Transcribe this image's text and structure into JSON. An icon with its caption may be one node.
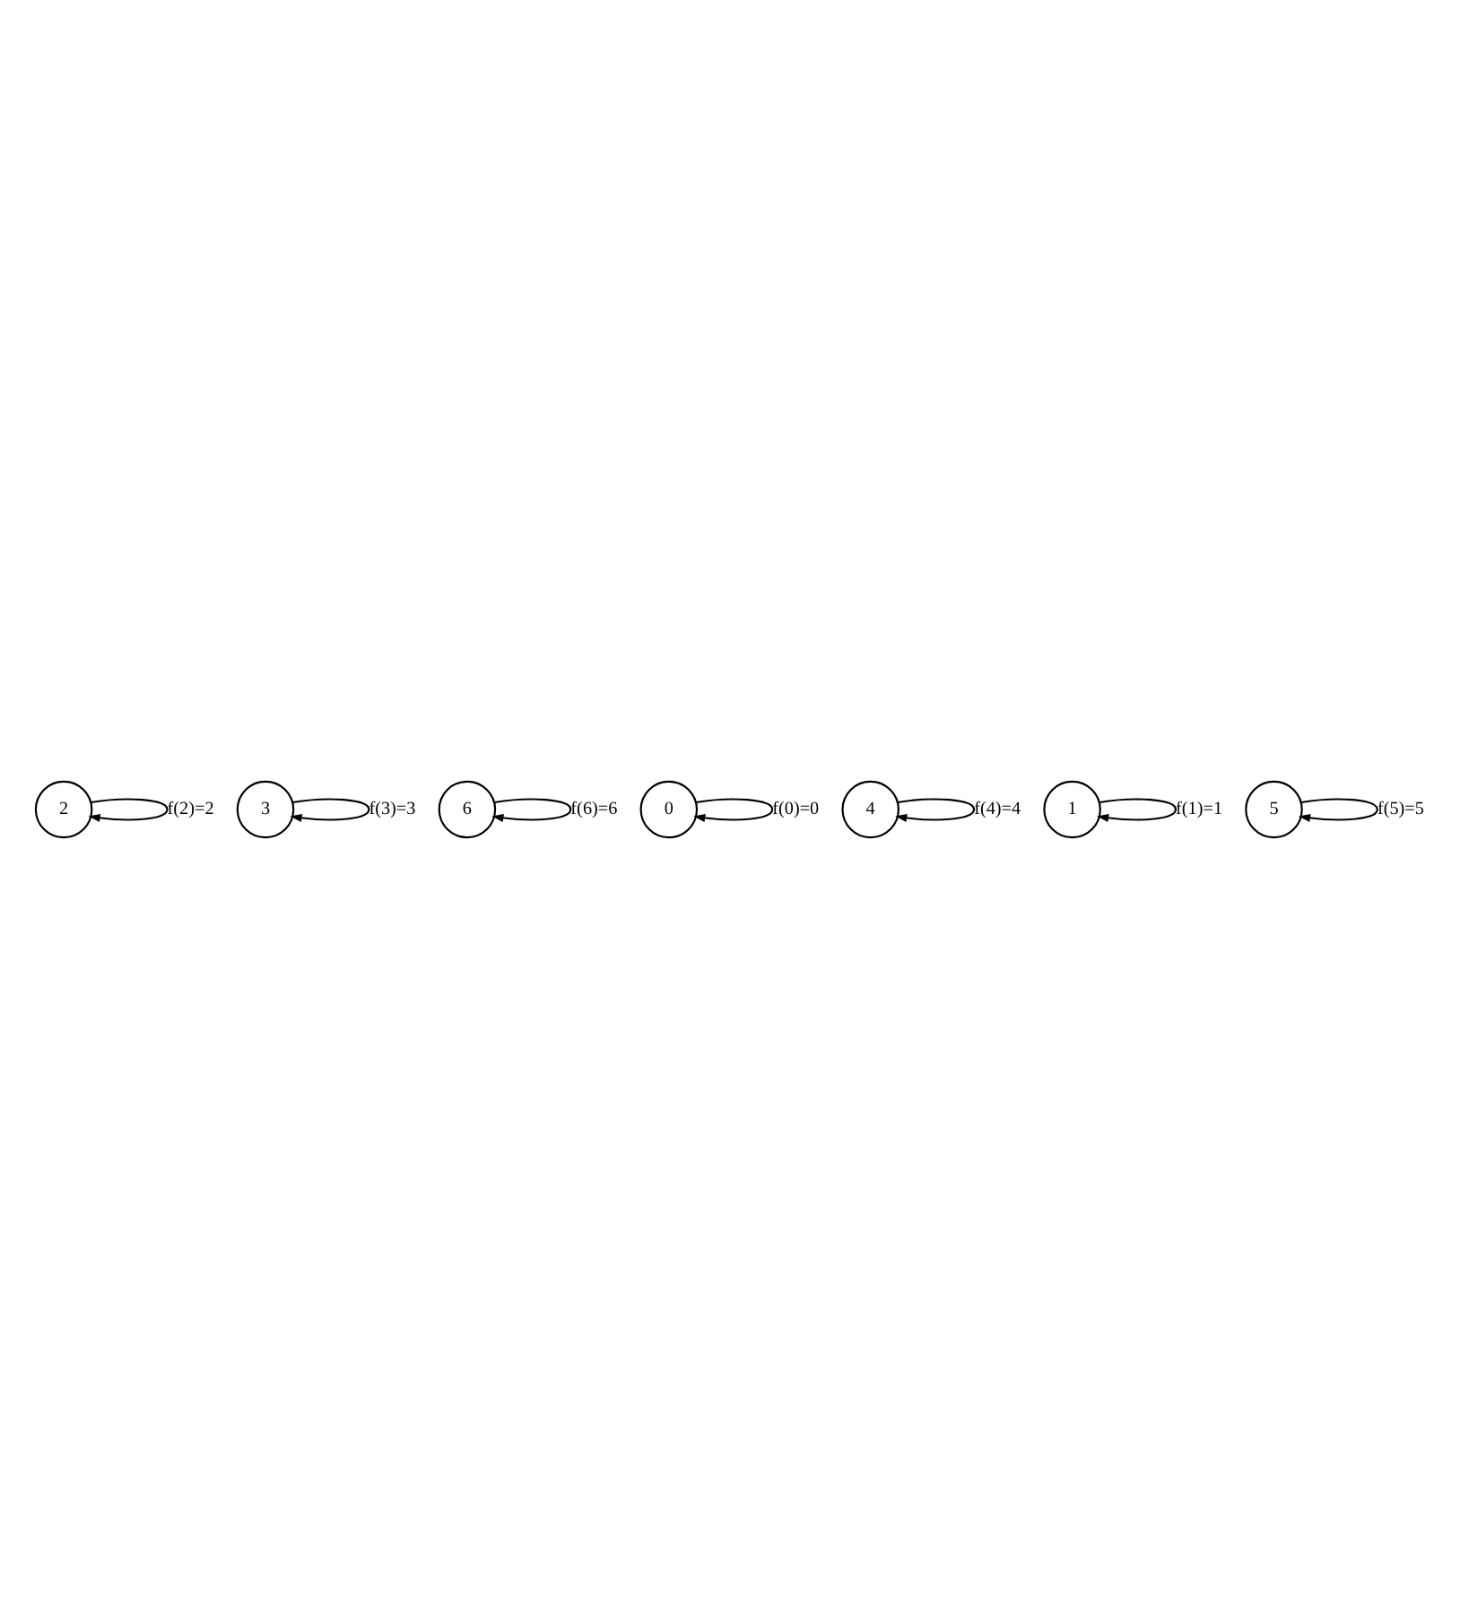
{
  "diagram": {
    "nodes": [
      {
        "text": [
          "2"
        ]
      },
      {
        "text": [
          "3"
        ]
      },
      {
        "text": [
          "6"
        ]
      },
      {
        "text": [
          "0"
        ]
      },
      {
        "text": [
          "4"
        ]
      },
      {
        "text": [
          "1"
        ]
      },
      {
        "text": [
          "5"
        ]
      }
    ],
    "edges": [
      {
        "from": 0,
        "to": 0,
        "arrow": "to",
        "label": "f(2)=2"
      },
      {
        "from": 1,
        "to": 1,
        "arrow": "to",
        "label": "f(3)=3"
      },
      {
        "from": 2,
        "to": 2,
        "arrow": "to",
        "label": "f(6)=6"
      },
      {
        "from": 3,
        "to": 3,
        "arrow": "to",
        "label": "f(0)=0"
      },
      {
        "from": 4,
        "to": 4,
        "arrow": "to",
        "label": "f(4)=4"
      },
      {
        "from": 5,
        "to": 5,
        "arrow": "to",
        "label": "f(1)=1"
      },
      {
        "from": 6,
        "to": 6,
        "arrow": "to",
        "label": "f(5)=5"
      }
    ]
  }
}
